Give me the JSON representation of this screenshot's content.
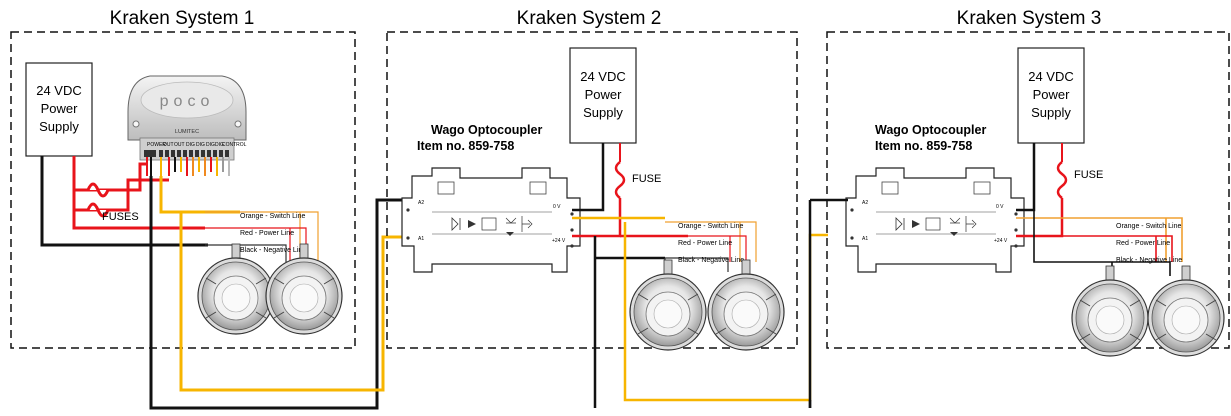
{
  "systems": [
    {
      "title": "Kraken System 1",
      "psu": [
        "24 VDC",
        "Power",
        "Supply"
      ],
      "fuse_label": "FUSES",
      "controller": {
        "logo": "poco",
        "brand": "LUMITEC",
        "port_labels": [
          "POWER",
          "OUT",
          "OUT",
          "DIG",
          "DIG",
          "DIG",
          "DIG",
          "CONTROL"
        ]
      },
      "lines": [
        "Orange - Switch Line",
        "Red - Power Line",
        "Black - Negative Line"
      ]
    },
    {
      "title": "Kraken System 2",
      "psu": [
        "24 VDC",
        "Power",
        "Supply"
      ],
      "fuse_label": "FUSE",
      "wago": [
        "Wago Optocoupler",
        "Item no. 859-758"
      ],
      "terminals": {
        "a2": "A2",
        "a1": "A1",
        "zero_v": "0 V",
        "plus24": "+24 V"
      },
      "lines": [
        "Orange - Switch Line",
        "Red - Power Line",
        "Black - Negative Line"
      ]
    },
    {
      "title": "Kraken System 3",
      "psu": [
        "24 VDC",
        "Power",
        "Supply"
      ],
      "fuse_label": "FUSE",
      "wago": [
        "Wago Optocoupler",
        "Item no. 859-758"
      ],
      "terminals": {
        "a2": "A2",
        "a1": "A1",
        "zero_v": "0 V",
        "plus24": "+24 V"
      },
      "lines": [
        "Orange - Switch Line",
        "Red - Power Line",
        "Black - Negative Line"
      ]
    }
  ],
  "colors": {
    "orange_switch": "#f7b500",
    "orange_label_line": "#f0a030",
    "red_power": "#e8141b",
    "black_negative": "#111111",
    "box_border": "#222222",
    "light_gray": "#d9d9d9"
  }
}
